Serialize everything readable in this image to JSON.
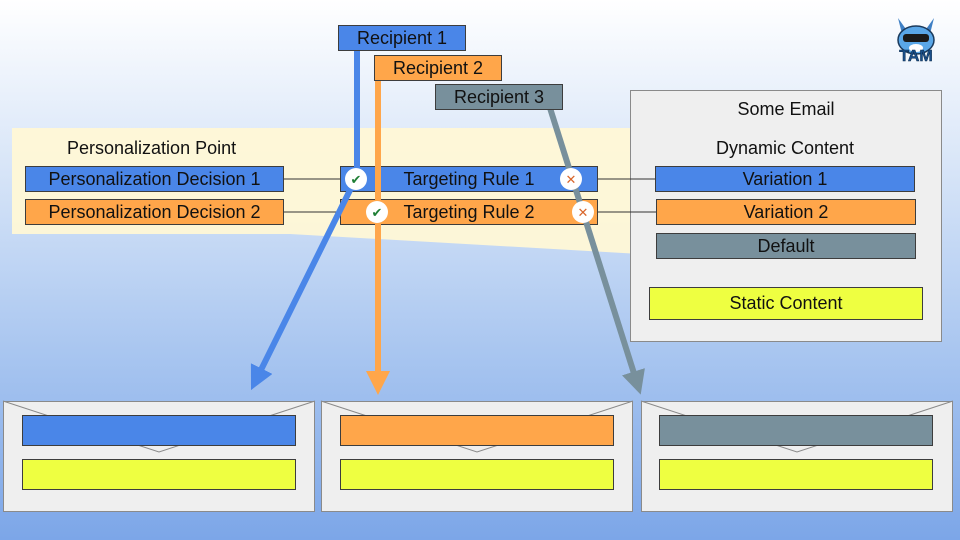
{
  "recipients": [
    "Recipient 1",
    "Recipient 2",
    "Recipient 3"
  ],
  "personalization_point": {
    "heading": "Personalization Point",
    "decisions": [
      "Personalization Decision 1",
      "Personalization Decision 2"
    ],
    "rules": [
      "Targeting Rule 1",
      "Targeting Rule 2"
    ]
  },
  "email": {
    "title": "Some Email",
    "dynamic_heading": "Dynamic Content",
    "variations": [
      "Variation 1",
      "Variation 2",
      "Default"
    ],
    "static": "Static Content"
  },
  "logo": {
    "text": "TAM"
  },
  "colors": {
    "blue": "#4a86e8",
    "orange": "#ffa64a",
    "gray": "#78909c",
    "yellow": "#eeff41",
    "highlight": "#fff8d6"
  },
  "icons": [
    "check-icon",
    "cross-icon"
  ]
}
